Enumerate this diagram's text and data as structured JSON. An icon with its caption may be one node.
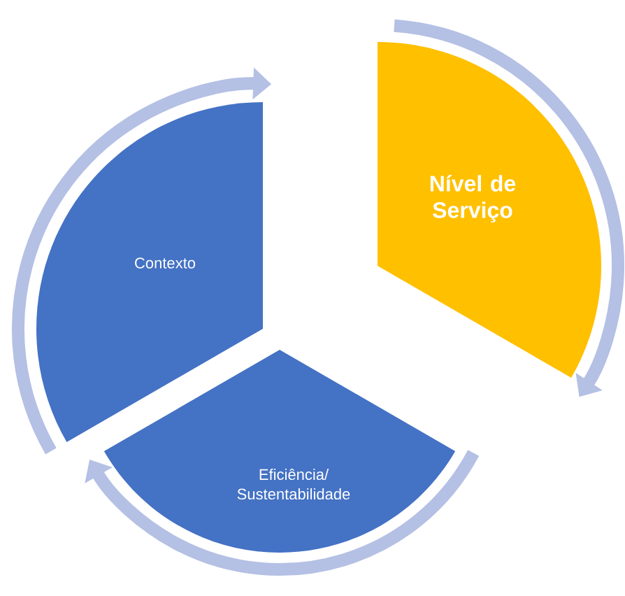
{
  "diagram": {
    "nodes": [
      {
        "text": [
          "Contexto"
        ]
      },
      {
        "text": [
          "Nível de Serviço"
        ]
      },
      {
        "text": [
          "Eficiência/ Sustentabilidade"
        ]
      }
    ]
  }
}
